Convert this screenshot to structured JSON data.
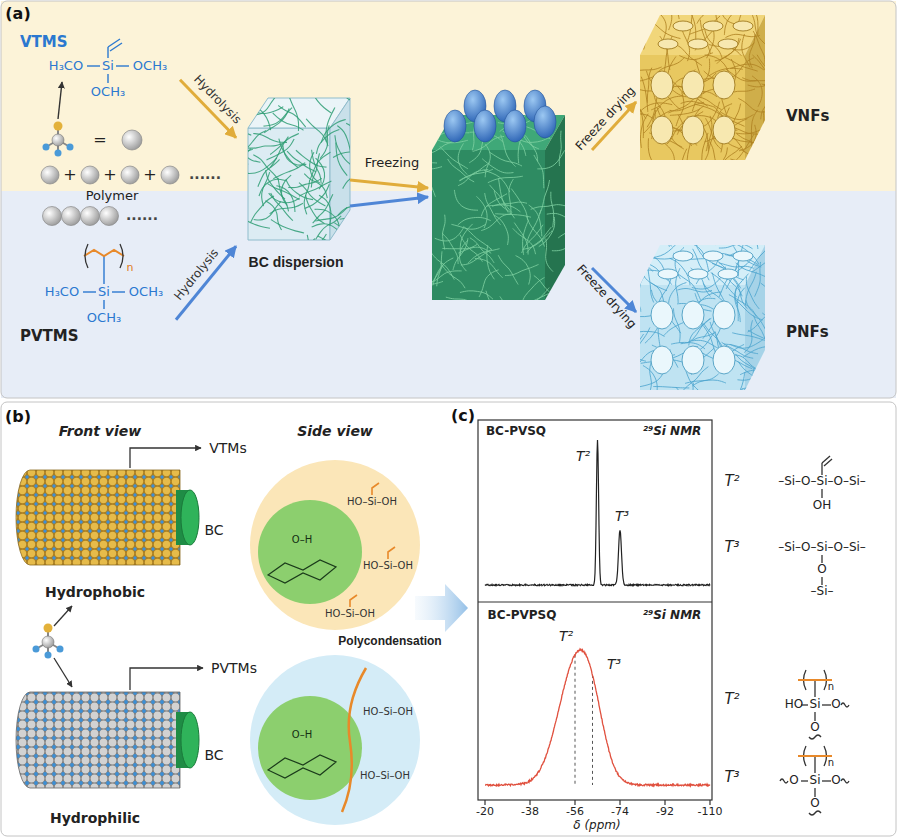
{
  "diagram": {
    "nodes": [
      {
        "text": [
          "VTMS"
        ]
      },
      {
        "text": [
          "PVTMS"
        ]
      },
      {
        "text": [
          "BC dispersion"
        ]
      },
      {
        "text": [
          "VNFs"
        ]
      },
      {
        "text": [
          "PNFs"
        ]
      }
    ],
    "edges": [
      {
        "from": 0,
        "to": 2,
        "arrow": "to",
        "label": "Hydrolysis"
      },
      {
        "from": 1,
        "to": 2,
        "arrow": "to",
        "label": "Hydrolysis"
      }
    ],
    "labels": [
      "(a)",
      "H₃CO",
      "Si",
      "OCH₃",
      "OCH₃",
      "=",
      "+",
      "+",
      "+",
      "......",
      "Polymer",
      "......",
      "n",
      "H₃CO",
      "Si",
      "OCH₃",
      "OCH₃",
      "Freezing",
      "Freeze drying",
      "Freeze drying",
      "(b)",
      "Front view",
      "Side view",
      "VTMs",
      "BC",
      "Hydrophobic",
      "PVTMs",
      "BC",
      "Hydrophilic",
      "O–H",
      "HO–Si–OH",
      "HO–Si–OH",
      "HO–Si–OH",
      "O–H",
      "HO–Si–OH",
      "HO–Si–OH",
      "Polycondensation",
      "(c)",
      "BC-PVSQ",
      "²⁹Si NMR",
      "T²",
      "T³",
      "BC-PVPSQ",
      "²⁹Si NMR",
      "T²",
      "T³",
      "-20",
      "-38",
      "-56",
      "-74",
      "-92",
      "-110",
      "δ (ppm)",
      "T²",
      "–Si–O–Si–O–Si–",
      "OH",
      "T³",
      "–Si–O–Si–O–Si–",
      "O",
      "–Si–",
      "T²",
      "n",
      "HO",
      "Si",
      "O",
      "O",
      "T³",
      "n",
      "O",
      "Si",
      "O",
      "O"
    ]
  }
}
